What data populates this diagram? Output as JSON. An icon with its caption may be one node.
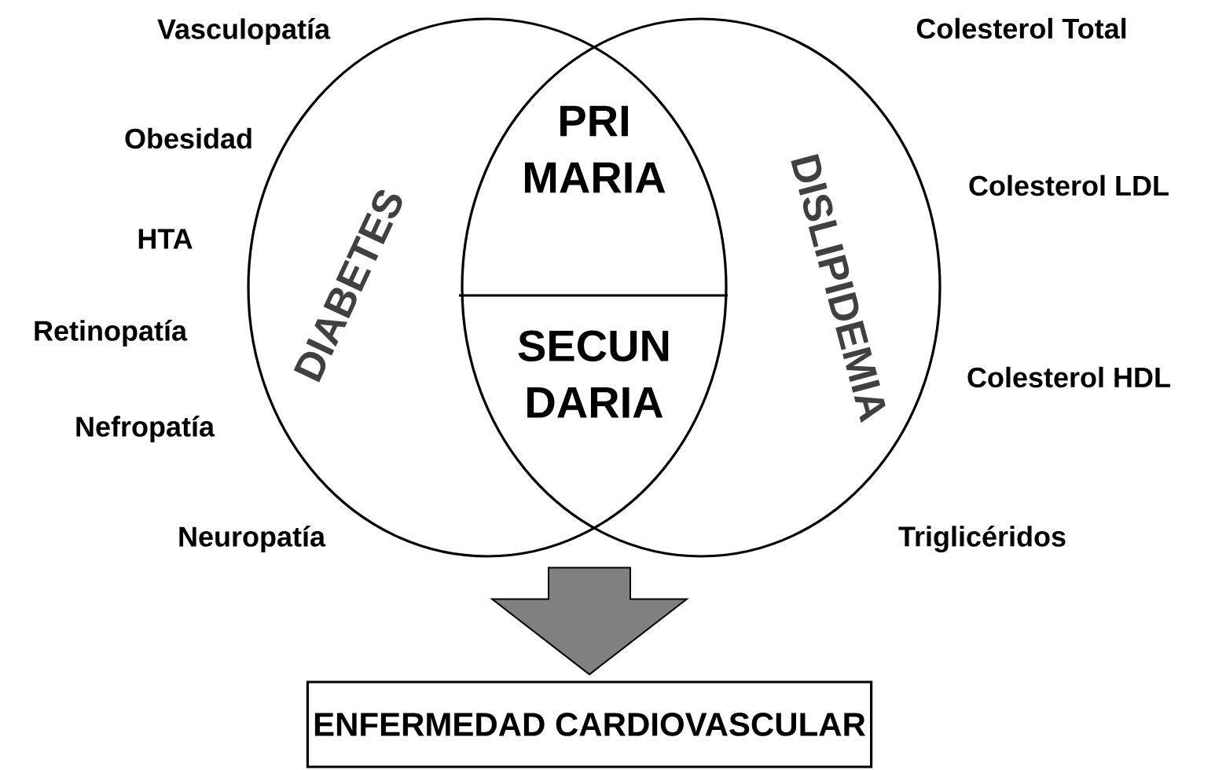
{
  "diagram": {
    "nodes": [
      {
        "text": [
          "DIABETES"
        ]
      },
      {
        "text": [
          "DISLIPIDEMIA"
        ]
      },
      {
        "text": [
          "PRI MARIA"
        ]
      },
      {
        "text": [
          "SECUN DARIA"
        ]
      },
      {
        "text": [
          "ENFERMEDAD CARDIOVASCULAR"
        ]
      }
    ],
    "edges": [
      {
        "from": null,
        "to": 4,
        "arrow": "to"
      }
    ],
    "labels": [
      "Vasculopatía",
      "Colesterol Total",
      "Obesidad",
      "Colesterol LDL",
      "HTA",
      "Retinopatía",
      "Colesterol HDL",
      "Nefropatía",
      "Neuropatía",
      "Triglicéridos"
    ]
  }
}
